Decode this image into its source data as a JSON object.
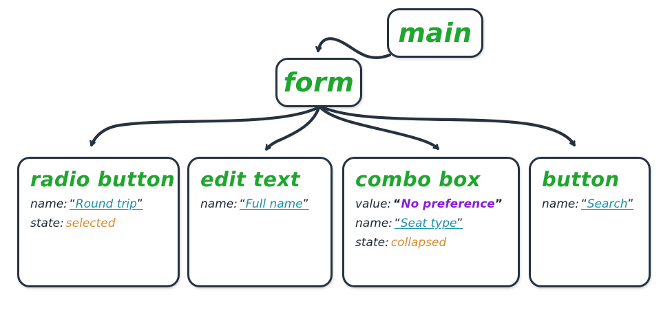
{
  "diagram": {
    "title": "accessibility-tree",
    "colors": {
      "title_green": "#1FA62E",
      "key_dark": "#1D2733",
      "name_teal": "#1B8FA8",
      "value_purple": "#8B1FD8",
      "state_orange": "#D98A2B",
      "stroke": "#26323F",
      "background": "#FFFFFF"
    },
    "nodes": [
      {
        "id": "main",
        "title": "main",
        "kind": "root",
        "props": []
      },
      {
        "id": "form",
        "title": "form",
        "kind": "root",
        "props": []
      },
      {
        "id": "radio-button",
        "title": "radio button",
        "kind": "leaf",
        "props": [
          {
            "key": "name:",
            "value": "Round trip",
            "style": "name",
            "quoted": true
          },
          {
            "key": "state:",
            "value": "selected",
            "style": "state",
            "quoted": false
          }
        ]
      },
      {
        "id": "edit-text",
        "title": "edit text",
        "kind": "leaf",
        "props": [
          {
            "key": "name:",
            "value": "Full name",
            "style": "name",
            "quoted": true
          }
        ]
      },
      {
        "id": "combo-box",
        "title": "combo box",
        "kind": "leaf",
        "props": [
          {
            "key": "value:",
            "value": "No preference",
            "style": "value",
            "quoted": true
          },
          {
            "key": "name:",
            "value": "Seat type",
            "style": "name",
            "quoted": true
          },
          {
            "key": "state:",
            "value": "collapsed",
            "style": "state",
            "quoted": false
          }
        ]
      },
      {
        "id": "button",
        "title": "button",
        "kind": "leaf",
        "props": [
          {
            "key": "name:",
            "value": "Search",
            "style": "name",
            "quoted": true
          }
        ]
      }
    ],
    "edges": [
      {
        "from": "main",
        "to": "form"
      },
      {
        "from": "form",
        "to": "radio-button"
      },
      {
        "from": "form",
        "to": "edit-text"
      },
      {
        "from": "form",
        "to": "combo-box"
      },
      {
        "from": "form",
        "to": "button"
      }
    ],
    "quote_open": "“",
    "quote_close": "”"
  }
}
